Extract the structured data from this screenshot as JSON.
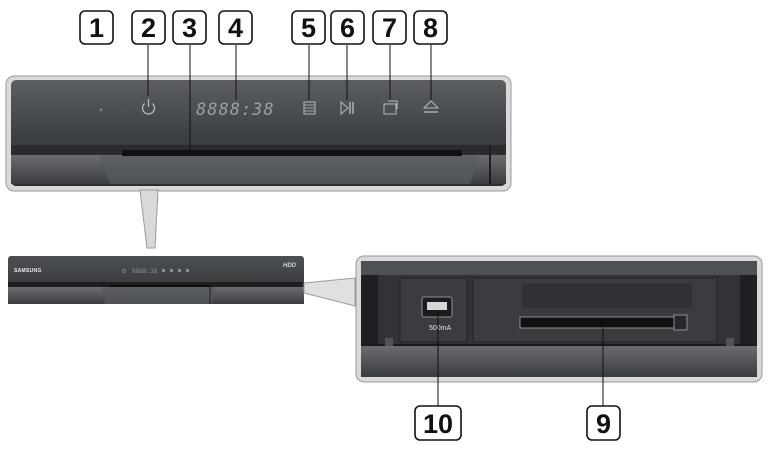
{
  "callouts": [
    {
      "id": "1",
      "label": "1"
    },
    {
      "id": "2",
      "label": "2"
    },
    {
      "id": "3",
      "label": "3"
    },
    {
      "id": "4",
      "label": "4"
    },
    {
      "id": "5",
      "label": "5"
    },
    {
      "id": "6",
      "label": "6"
    },
    {
      "id": "7",
      "label": "7"
    },
    {
      "id": "8",
      "label": "8"
    },
    {
      "id": "9",
      "label": "9"
    },
    {
      "id": "10",
      "label": "10"
    }
  ],
  "device": {
    "brand": "SAMSUNG",
    "badge": "HDD"
  },
  "display": {
    "digits": "8888:38"
  },
  "usb_port": {
    "label": "500mA"
  },
  "icons": [
    "power-icon",
    "stop-icon",
    "play-pause-icon",
    "open-close-icon",
    "eject-icon"
  ]
}
